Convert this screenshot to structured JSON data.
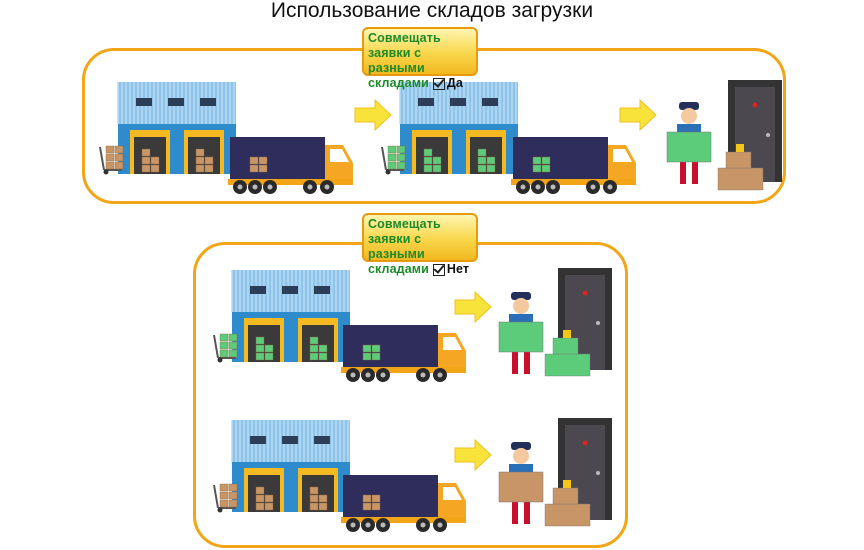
{
  "title": "Использование складов загрузки",
  "badge_yes": {
    "line1": "Совмещать",
    "line2": "заявки с разными",
    "line3": "складами",
    "answer": "Да"
  },
  "badge_no": {
    "line1": "Совмещать",
    "line2": "заявки с разными",
    "line3": "складами",
    "answer": "Нет"
  },
  "colors": {
    "accent": "#f2a516",
    "box_brown": "#c89566",
    "box_green": "#5ccb7a",
    "warehouse": "#2f8ccc",
    "truck_cargo": "#2e2d5c",
    "truck_cab": "#f5a623"
  }
}
